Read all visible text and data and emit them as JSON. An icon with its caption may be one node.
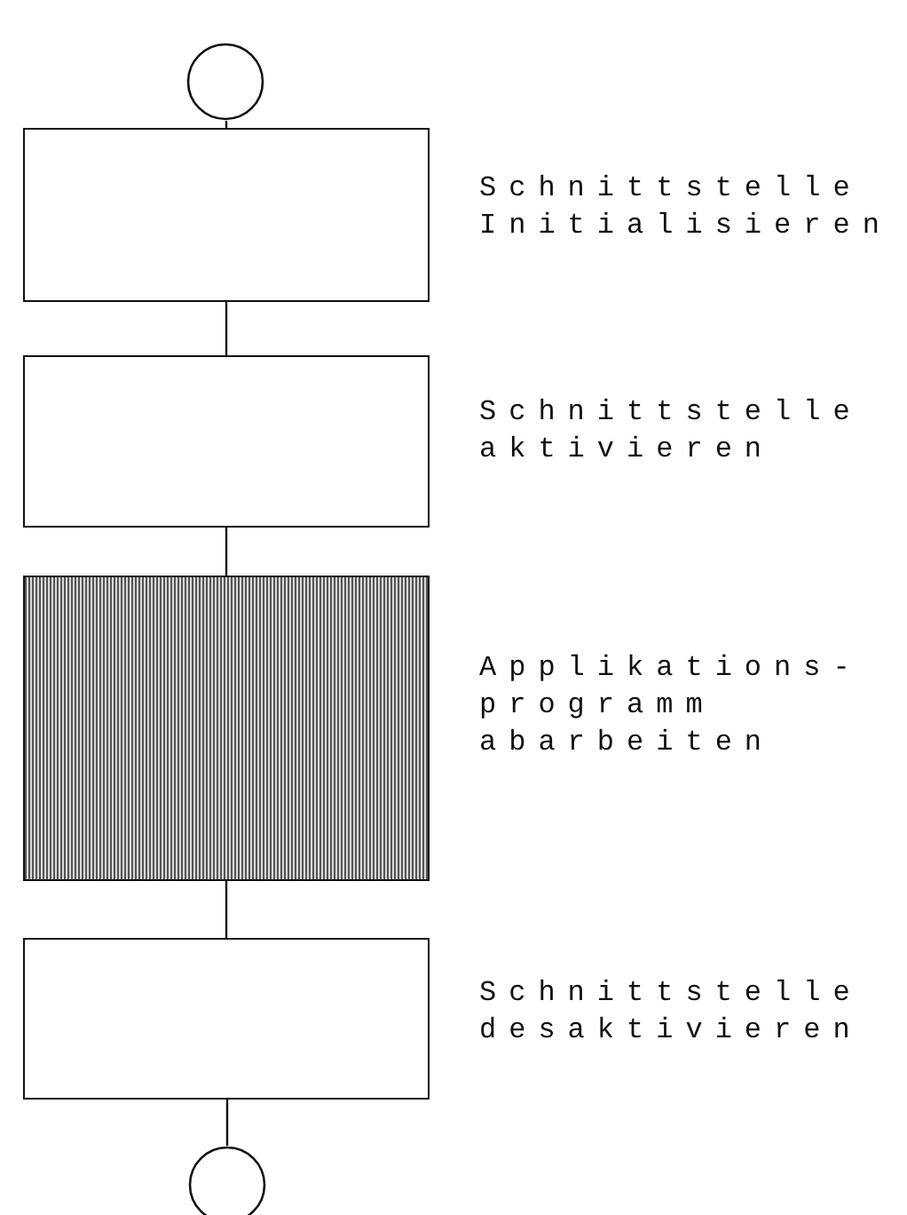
{
  "diagram": {
    "nodes": [
      {
        "text": [],
        "shape": "circle"
      },
      {
        "text": [],
        "shape": "box",
        "beside": [
          "Schnittstelle Initialisieren"
        ]
      },
      {
        "text": [],
        "shape": "box",
        "beside": [
          "Schnittstelle aktivieren"
        ]
      },
      {
        "text": [],
        "shape": "box",
        "beside": [
          "Applikations- programm abarbeiten"
        ]
      },
      {
        "text": [],
        "shape": "box",
        "beside": [
          "Schnittstelle desaktivieren"
        ]
      },
      {
        "text": [],
        "shape": "circle"
      }
    ],
    "edges": [
      {
        "from": 0,
        "to": 1,
        "arrow": "none"
      },
      {
        "from": 1,
        "to": 2,
        "arrow": "none"
      },
      {
        "from": 2,
        "to": 3,
        "arrow": "none"
      },
      {
        "from": 3,
        "to": 4,
        "arrow": "none"
      },
      {
        "from": 4,
        "to": 5,
        "arrow": "none"
      }
    ]
  }
}
